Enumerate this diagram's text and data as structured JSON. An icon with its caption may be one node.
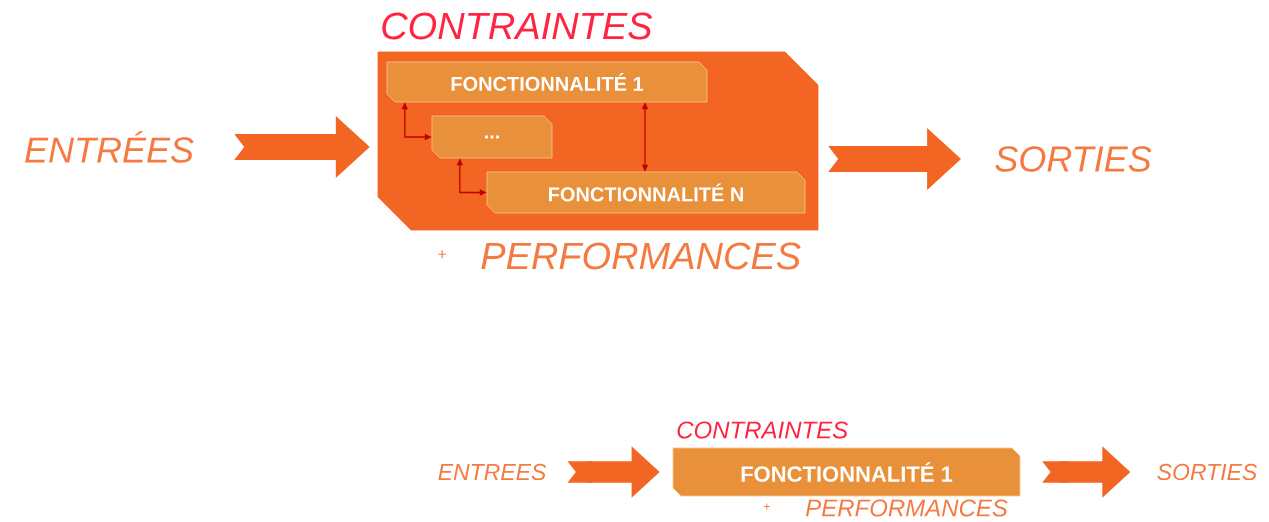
{
  "diagram": {
    "nodes": [
      {
        "text": [
          "ENTRÉES"
        ]
      },
      {
        "text": [
          "CONTRAINTES"
        ],
        "beside": [
          "+",
          "PERFORMANCES"
        ]
      },
      {
        "text": [
          "FONCTIONNALITÉ 1"
        ],
        "in": 1
      },
      {
        "text": [
          "..."
        ],
        "in": 1
      },
      {
        "text": [
          "FONCTIONNALITÉ N"
        ],
        "in": 1
      },
      {
        "text": [
          "SORTIES"
        ]
      },
      {
        "text": [
          "ENTREES"
        ]
      },
      {
        "text": [
          "CONTRAINTES",
          "FONCTIONNALITÉ 1"
        ],
        "beside": [
          "+",
          "PERFORMANCES"
        ]
      },
      {
        "text": [
          "SORTIES"
        ]
      }
    ],
    "edges": [
      {
        "from": 0,
        "to": 1,
        "arrow": "to"
      },
      {
        "from": 1,
        "to": 5,
        "arrow": "to"
      },
      {
        "from": 2,
        "to": 3,
        "arrow": "both",
        "color": "#c00000"
      },
      {
        "from": 3,
        "to": 4,
        "arrow": "both",
        "color": "#c00000"
      },
      {
        "from": 2,
        "to": 4,
        "arrow": "both",
        "color": "#c00000"
      },
      {
        "from": 6,
        "to": 7,
        "arrow": "to"
      },
      {
        "from": 7,
        "to": 8,
        "arrow": "to"
      }
    ]
  }
}
